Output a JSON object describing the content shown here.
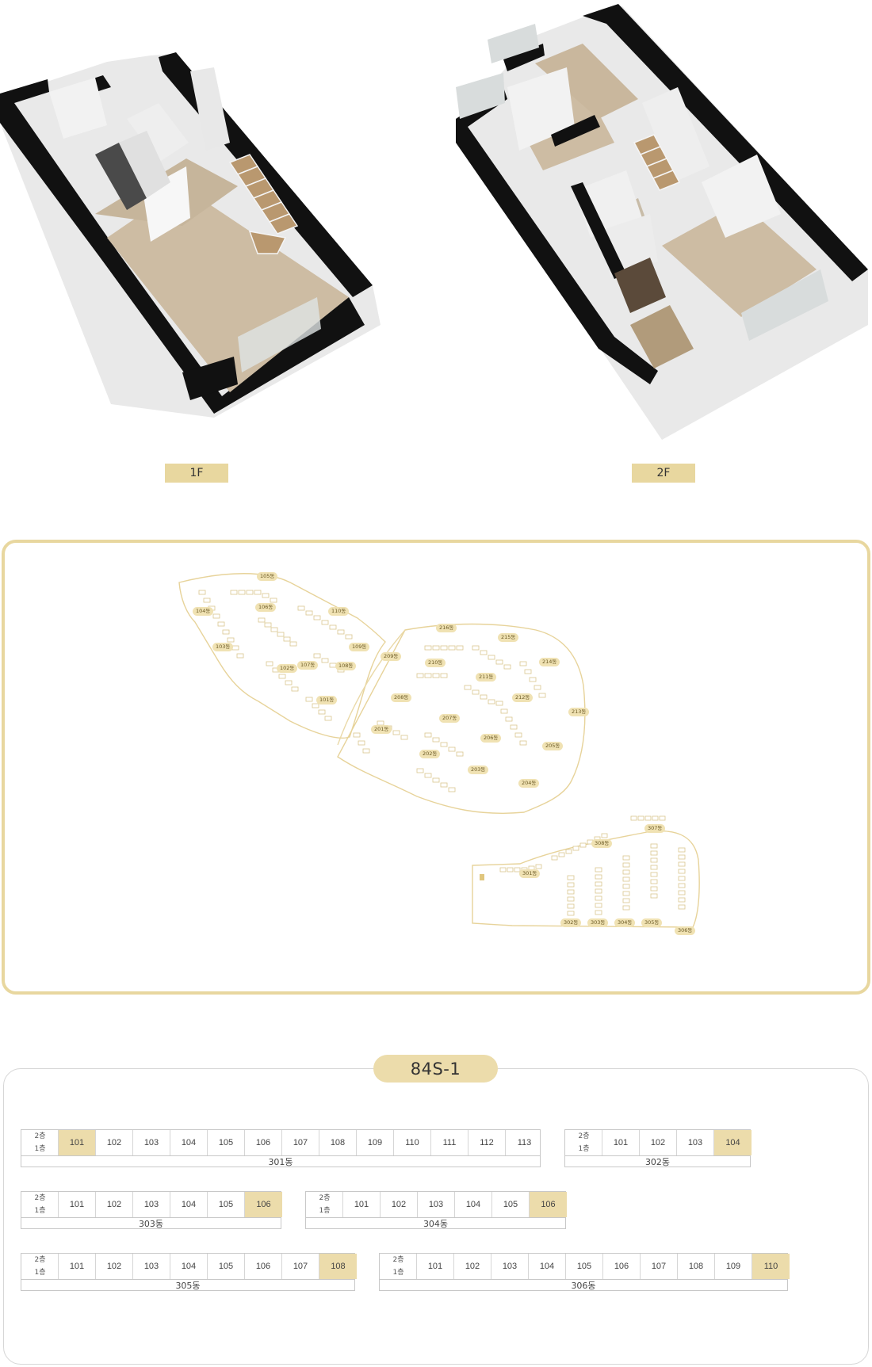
{
  "floor_plans": {
    "floor1_label": "1F",
    "floor2_label": "2F"
  },
  "site_map": {
    "building_tags": [
      "105동",
      "104동",
      "106동",
      "110동",
      "103동",
      "107동",
      "109동",
      "108동",
      "102동",
      "101동",
      "216동",
      "215동",
      "214동",
      "209동",
      "210동",
      "211동",
      "212동",
      "213동",
      "208동",
      "207동",
      "206동",
      "201동",
      "205동",
      "202동",
      "203동",
      "204동",
      "307동",
      "308동",
      "301동",
      "302동",
      "303동",
      "304동",
      "305동",
      "306동"
    ]
  },
  "unit_section": {
    "type_badge": "84S-1",
    "floor2": "2층",
    "floor1": "1층",
    "tables": [
      {
        "building": "301동",
        "units": [
          "101",
          "102",
          "103",
          "104",
          "105",
          "106",
          "107",
          "108",
          "109",
          "110",
          "111",
          "112",
          "113"
        ],
        "highlight": [
          "101"
        ]
      },
      {
        "building": "302동",
        "units": [
          "101",
          "102",
          "103",
          "104"
        ],
        "highlight": [
          "104"
        ]
      },
      {
        "building": "303동",
        "units": [
          "101",
          "102",
          "103",
          "104",
          "105",
          "106"
        ],
        "highlight": [
          "106"
        ]
      },
      {
        "building": "304동",
        "units": [
          "101",
          "102",
          "103",
          "104",
          "105",
          "106"
        ],
        "highlight": [
          "106"
        ]
      },
      {
        "building": "305동",
        "units": [
          "101",
          "102",
          "103",
          "104",
          "105",
          "106",
          "107",
          "108"
        ],
        "highlight": [
          "108"
        ]
      },
      {
        "building": "306동",
        "units": [
          "101",
          "102",
          "103",
          "104",
          "105",
          "106",
          "107",
          "108",
          "109",
          "110"
        ],
        "highlight": [
          "110"
        ]
      }
    ]
  }
}
